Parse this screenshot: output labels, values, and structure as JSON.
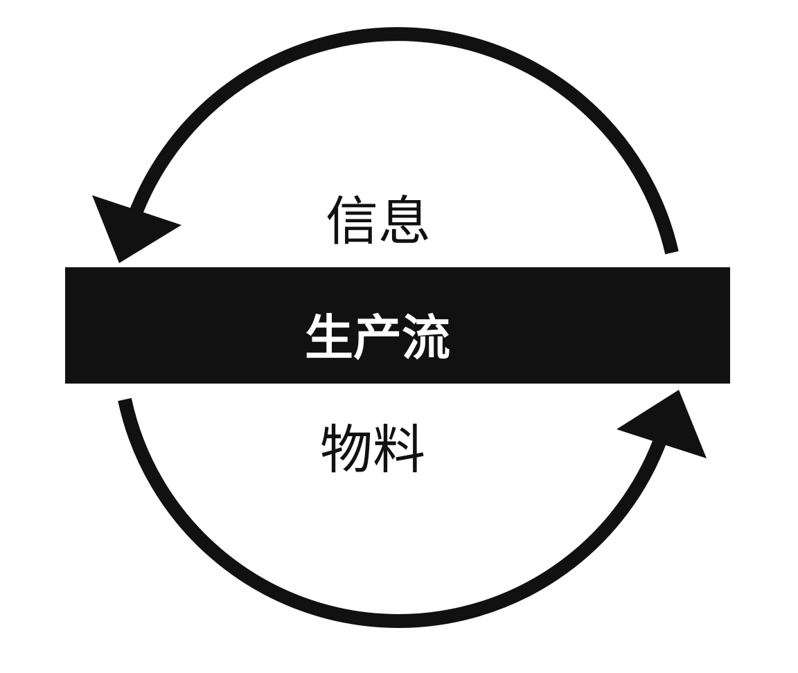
{
  "diagram": {
    "center_label": "生产流",
    "top_label": "信息",
    "bottom_label": "物料",
    "colors": {
      "background": "#ffffff",
      "stroke": "#111111",
      "bar_text": "#ffffff"
    },
    "icons": {
      "top_arrow": "arrowhead-left-down",
      "bottom_arrow": "arrowhead-right-up"
    }
  }
}
